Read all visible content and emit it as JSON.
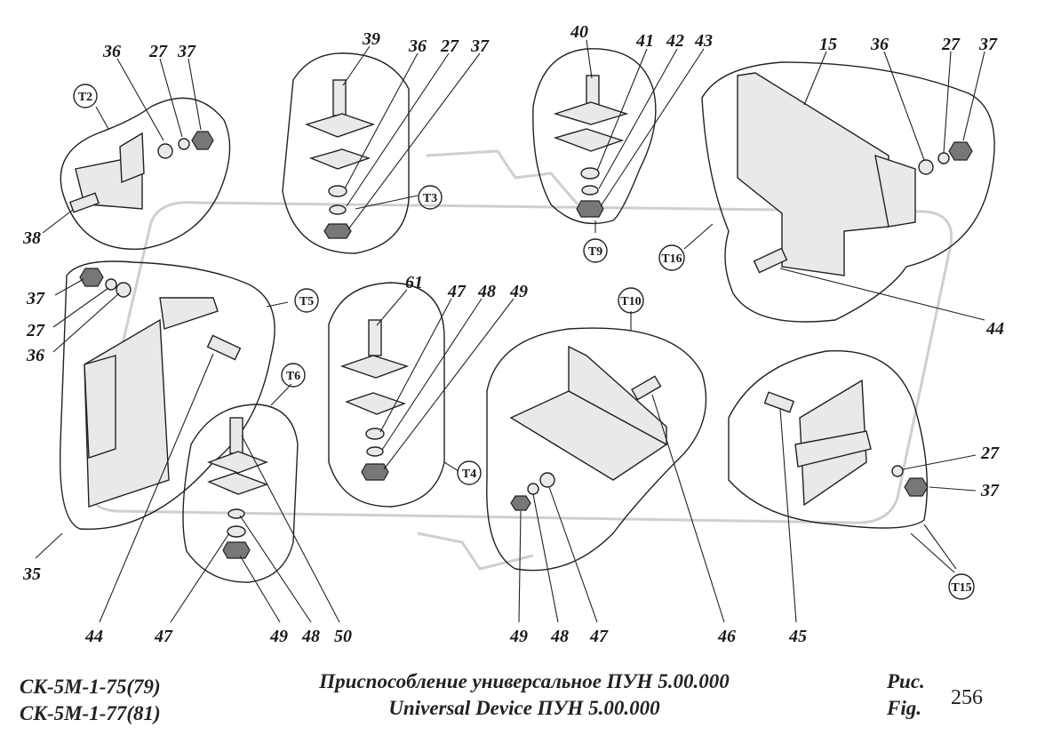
{
  "callouts": {
    "c36a": "36",
    "c27a": "27",
    "c37a": "37",
    "c38": "38",
    "c39": "39",
    "c36b": "36",
    "c27b": "27",
    "c37b": "37",
    "c40": "40",
    "c41": "41",
    "c42": "42",
    "c43": "43",
    "c15": "15",
    "c36c": "36",
    "c27c": "27",
    "c37c": "37",
    "c37d": "37",
    "c27d": "27",
    "c36d": "36",
    "c35": "35",
    "c44a": "44",
    "c61": "61",
    "c47a": "47",
    "c48a": "48",
    "c49a": "49",
    "c47b": "47",
    "c49b": "49",
    "c48b": "48",
    "c50": "50",
    "c49c": "49",
    "c48c": "48",
    "c47c": "47",
    "c46": "46",
    "c45": "45",
    "c27e": "27",
    "c37e": "37",
    "c44b": "44"
  },
  "tags": {
    "t2": "T2",
    "t3": "T3",
    "t9": "T9",
    "t16": "T16",
    "t5": "T5",
    "t6": "T6",
    "t4": "T4",
    "t10": "T10",
    "t15": "T15"
  },
  "footer": {
    "model_line1": "СК-5М-1-75(79)",
    "model_line2": "СК-5М-1-77(81)",
    "caption_ru": "Приспособление универсальное ПУН 5.00.000",
    "caption_en": "Universal Device ПУН 5.00.000",
    "fig_ru": "Рис.",
    "fig_en": "Fig.",
    "fig_number": "256"
  }
}
